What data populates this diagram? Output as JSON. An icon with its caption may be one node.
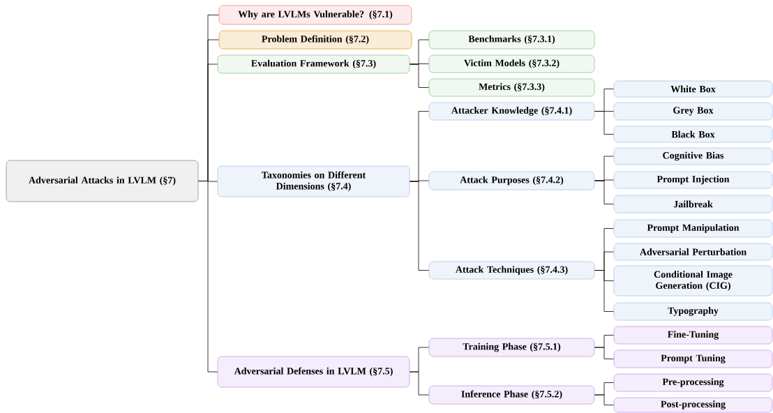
{
  "diagram": {
    "nodes": [
      {
        "text": [
          "Adversarial Attacks in LVLM (§7)"
        ]
      },
      {
        "text": [
          "Why are LVLMs Vulnerable? (§7.1)"
        ]
      },
      {
        "text": [
          "Problem Definition (§7.2)"
        ]
      },
      {
        "text": [
          "Evaluation Framework (§7.3)"
        ]
      },
      {
        "text": [
          "Benchmarks (§7.3.1)"
        ]
      },
      {
        "text": [
          "Victim Models (§7.3.2)"
        ]
      },
      {
        "text": [
          "Metrics (§7.3.3)"
        ]
      },
      {
        "text": [
          "Taxonomies on Different Dimensions (§7.4)"
        ]
      },
      {
        "text": [
          "Attacker Knowledge (§7.4.1)"
        ]
      },
      {
        "text": [
          "White Box"
        ]
      },
      {
        "text": [
          "Grey Box"
        ]
      },
      {
        "text": [
          "Black Box"
        ]
      },
      {
        "text": [
          "Attack Purposes (§7.4.2)"
        ]
      },
      {
        "text": [
          "Cognitive Bias"
        ]
      },
      {
        "text": [
          "Prompt Injection"
        ]
      },
      {
        "text": [
          "Jailbreak"
        ]
      },
      {
        "text": [
          "Attack Techniques (§7.4.3)"
        ]
      },
      {
        "text": [
          "Prompt Manipulation"
        ]
      },
      {
        "text": [
          "Adversarial Perturbation"
        ]
      },
      {
        "text": [
          "Conditional Image Generation (CIG)"
        ]
      },
      {
        "text": [
          "Typography"
        ]
      },
      {
        "text": [
          "Adversarial Defenses in LVLM (§7.5)"
        ]
      },
      {
        "text": [
          "Training Phase (§7.5.1)"
        ]
      },
      {
        "text": [
          "Fine-Tuning"
        ]
      },
      {
        "text": [
          "Prompt Tuning"
        ]
      },
      {
        "text": [
          "Inference Phase (§7.5.2)"
        ]
      },
      {
        "text": [
          "Pre-processing"
        ]
      },
      {
        "text": [
          "Post-processing"
        ]
      }
    ],
    "edges": [
      {
        "from": 0,
        "to": 1,
        "arrow": "none"
      },
      {
        "from": 0,
        "to": 2,
        "arrow": "none"
      },
      {
        "from": 0,
        "to": 3,
        "arrow": "none"
      },
      {
        "from": 3,
        "to": 4,
        "arrow": "none"
      },
      {
        "from": 3,
        "to": 5,
        "arrow": "none"
      },
      {
        "from": 3,
        "to": 6,
        "arrow": "none"
      },
      {
        "from": 0,
        "to": 7,
        "arrow": "none"
      },
      {
        "from": 7,
        "to": 8,
        "arrow": "none"
      },
      {
        "from": 8,
        "to": 9,
        "arrow": "none"
      },
      {
        "from": 8,
        "to": 10,
        "arrow": "none"
      },
      {
        "from": 8,
        "to": 11,
        "arrow": "none"
      },
      {
        "from": 7,
        "to": 12,
        "arrow": "none"
      },
      {
        "from": 12,
        "to": 13,
        "arrow": "none"
      },
      {
        "from": 12,
        "to": 14,
        "arrow": "none"
      },
      {
        "from": 12,
        "to": 15,
        "arrow": "none"
      },
      {
        "from": 7,
        "to": 16,
        "arrow": "none"
      },
      {
        "from": 16,
        "to": 17,
        "arrow": "none"
      },
      {
        "from": 16,
        "to": 18,
        "arrow": "none"
      },
      {
        "from": 16,
        "to": 19,
        "arrow": "none"
      },
      {
        "from": 16,
        "to": 20,
        "arrow": "none"
      },
      {
        "from": 0,
        "to": 21,
        "arrow": "none"
      },
      {
        "from": 21,
        "to": 22,
        "arrow": "none"
      },
      {
        "from": 22,
        "to": 23,
        "arrow": "none"
      },
      {
        "from": 22,
        "to": 24,
        "arrow": "none"
      },
      {
        "from": 21,
        "to": 25,
        "arrow": "none"
      },
      {
        "from": 25,
        "to": 26,
        "arrow": "none"
      },
      {
        "from": 25,
        "to": 27,
        "arrow": "none"
      }
    ]
  }
}
